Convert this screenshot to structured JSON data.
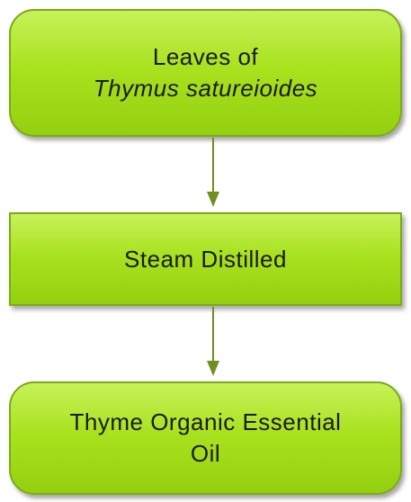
{
  "flowchart": {
    "steps": [
      {
        "id": "step-1",
        "line1": "Leaves of",
        "line2": "Thymus satureioides"
      },
      {
        "id": "step-2",
        "line1": "Steam Distilled"
      },
      {
        "id": "step-3",
        "line1": "Thyme Organic Essential",
        "line2": "Oil"
      }
    ],
    "colors": {
      "box_fill_top": "#c7f25a",
      "box_fill_bottom": "#94d00f",
      "box_border": "#7ea81a",
      "arrow": "#6f8f23"
    }
  }
}
